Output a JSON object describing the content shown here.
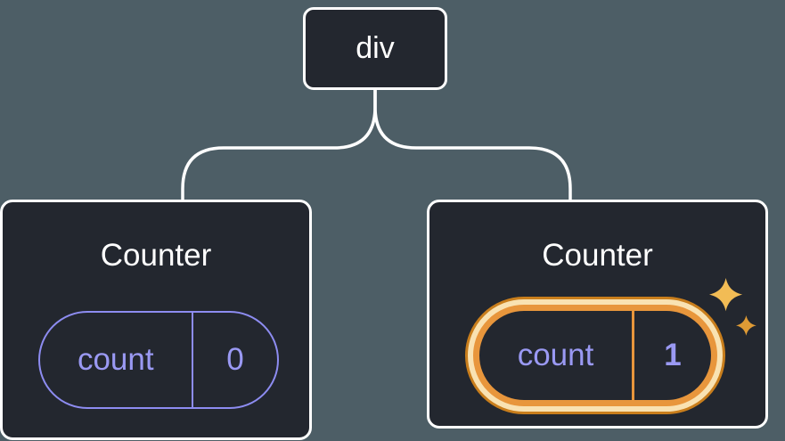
{
  "diagram": {
    "root": {
      "label": "div"
    },
    "children": [
      {
        "title": "Counter",
        "state": {
          "key": "count",
          "value": "0"
        },
        "highlighted": false
      },
      {
        "title": "Counter",
        "state": {
          "key": "count",
          "value": "1"
        },
        "highlighted": true
      }
    ]
  },
  "colors": {
    "background": "#4d5e66",
    "node_fill": "#23272f",
    "node_border": "#ffffff",
    "state_accent_purple": "#8d8cf1",
    "highlight_orange": "#e8963c",
    "highlight_ring_cream": "#f9e2b2",
    "highlight_ring_edge": "#c97e1c",
    "sparkle_gold_light": "#f2bc55",
    "sparkle_gold_dark": "#df9b35"
  }
}
